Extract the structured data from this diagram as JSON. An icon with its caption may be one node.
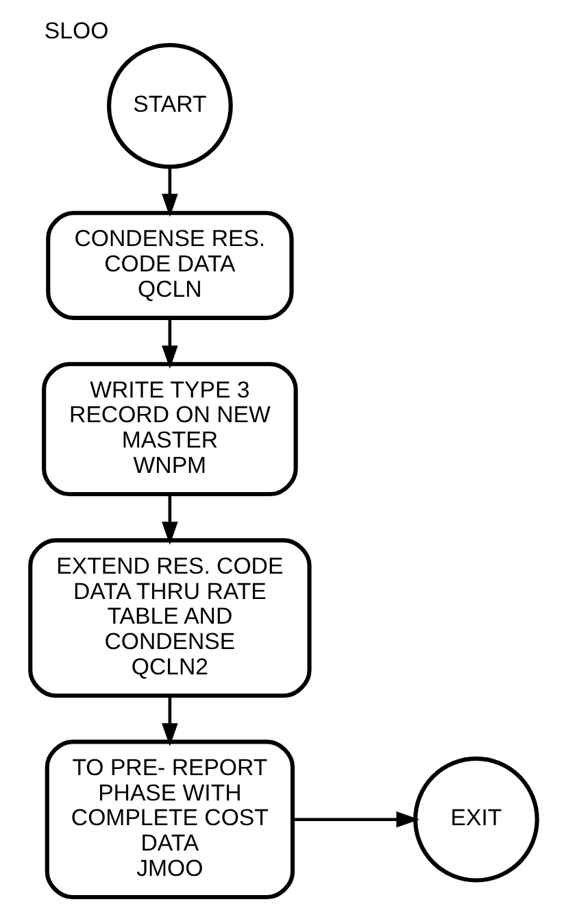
{
  "diagram": {
    "nodes": [
      {
        "text": [
          "START"
        ],
        "beside": [
          "SLOO"
        ]
      },
      {
        "text": [
          "CONDENSE RES. CODE DATA",
          "QCLN"
        ]
      },
      {
        "text": [
          "WRITE TYPE 3 RECORD ON NEW MASTER",
          "WNPM"
        ]
      },
      {
        "text": [
          "EXTEND RES. CODE DATA THRU RATE TABLE AND CONDENSE",
          "QCLN2"
        ]
      },
      {
        "text": [
          "TO PRE- REPORT PHASE WITH COMPLETE COST DATA",
          "JMOO"
        ]
      },
      {
        "text": [
          "EXIT"
        ]
      }
    ],
    "edges": [
      {
        "from": 0,
        "to": 1,
        "arrow": "to"
      },
      {
        "from": 1,
        "to": 2,
        "arrow": "to"
      },
      {
        "from": 2,
        "to": 3,
        "arrow": "to"
      },
      {
        "from": 3,
        "to": 4,
        "arrow": "to"
      },
      {
        "from": 4,
        "to": 5,
        "arrow": "to"
      }
    ]
  }
}
